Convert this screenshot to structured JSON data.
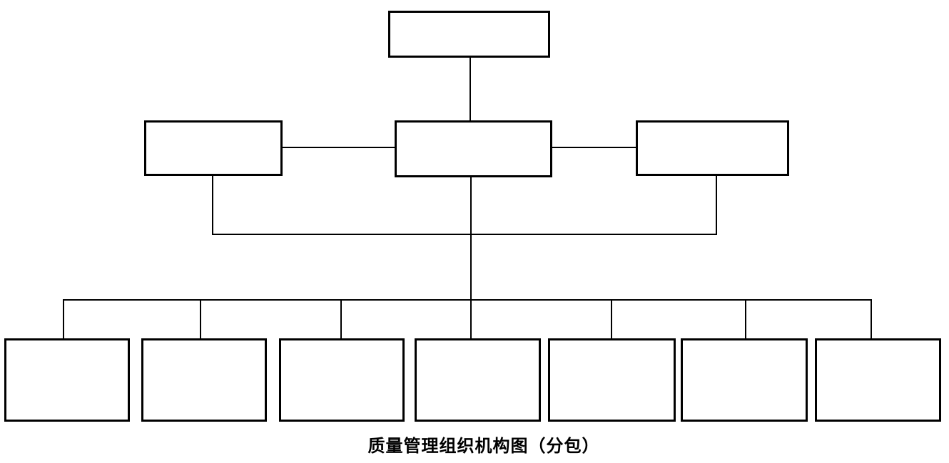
{
  "diagram": {
    "caption": "质量管理组织机构图（分包）",
    "nodes": {
      "top": {
        "label": ""
      },
      "level2": [
        {
          "position": "left",
          "label": ""
        },
        {
          "position": "center",
          "label": ""
        },
        {
          "position": "right",
          "label": ""
        }
      ],
      "level3": [
        {
          "index": 1,
          "label": ""
        },
        {
          "index": 2,
          "label": ""
        },
        {
          "index": 3,
          "label": ""
        },
        {
          "index": 4,
          "label": ""
        },
        {
          "index": 5,
          "label": ""
        },
        {
          "index": 6,
          "label": ""
        },
        {
          "index": 7,
          "label": ""
        }
      ]
    },
    "colors": {
      "line": "#000000",
      "box_border": "#000000",
      "background": "#ffffff",
      "caption_text": "#000000"
    }
  }
}
